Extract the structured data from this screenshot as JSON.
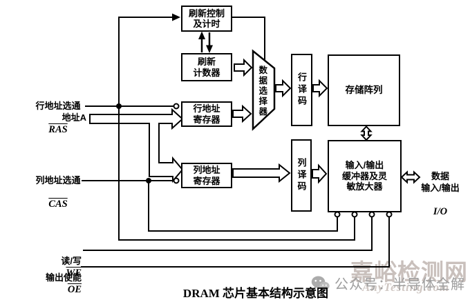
{
  "page": {
    "background": "#ffffff",
    "line_color": "#000000"
  },
  "diagram": {
    "caption": "DRAM 芯片基本结构示意图",
    "blocks": {
      "refresh_control": {
        "label": "刷新控制\n及计时"
      },
      "refresh_counter": {
        "label": "刷新\n计数器"
      },
      "data_selector": {
        "label": "数据选择器"
      },
      "row_decoder": {
        "label": "行译码"
      },
      "memory_array": {
        "label": "存储阵列"
      },
      "row_address_register": {
        "label": "行地址\n寄存器"
      },
      "column_address_register": {
        "label": "列地址\n寄存器"
      },
      "column_decoder": {
        "label": "列译码"
      },
      "io_buffer": {
        "label": "输入/输出\n缓冲器及灵\n敏放大器"
      }
    },
    "signals": {
      "ras": {
        "label": "行地址选通",
        "symbol": "RAS"
      },
      "address": {
        "label": "地址A"
      },
      "cas": {
        "label": "列地址选通",
        "symbol": "CAS"
      },
      "we": {
        "label": "读/写",
        "symbol": "WE"
      },
      "oe": {
        "label": "输出使能",
        "symbol": "OE"
      },
      "data_io": {
        "label": "数据\n输入/输出",
        "symbol": "I/O"
      }
    }
  },
  "watermark": {
    "site_name": "嘉峪检测网",
    "site_url": "AnyTesting.com",
    "wechat_account": "公众号：半导体全解",
    "icon": "wechat-icon",
    "colors": {
      "site": "#c9c0bc",
      "account": "#9e9e9e"
    }
  }
}
